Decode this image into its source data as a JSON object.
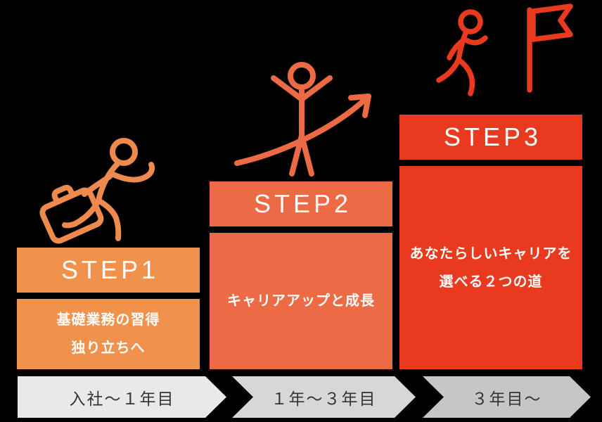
{
  "diagram": {
    "background": "#000000",
    "step_text_color": "#FFFFFF",
    "timeline_text_color": "#333333"
  },
  "steps": [
    {
      "label": "STEP1",
      "lines": [
        "基礎業務の習得",
        "独り立ちへ"
      ],
      "block_color": "#F0914C",
      "icon_color": "#EE8A4D",
      "icon": "briefcase-runner-icon",
      "period": "入社〜１年目",
      "period_bg": "#E9E9E9"
    },
    {
      "label": "STEP2",
      "lines": [
        "キャリアアップと成長"
      ],
      "block_color": "#ED6B44",
      "icon_color": "#ED6B44",
      "icon": "growth-arrow-person-icon",
      "period": "１年〜３年目",
      "period_bg": "#D7D7D7"
    },
    {
      "label": "STEP3",
      "lines": [
        "あなたらしいキャリアを",
        "選べる２つの道"
      ],
      "block_color": "#E93A20",
      "icon_color": "#E93A20",
      "icon": "goal-flag-runner-icon",
      "period": "３年目〜",
      "period_bg": "#C6C6C6"
    }
  ]
}
